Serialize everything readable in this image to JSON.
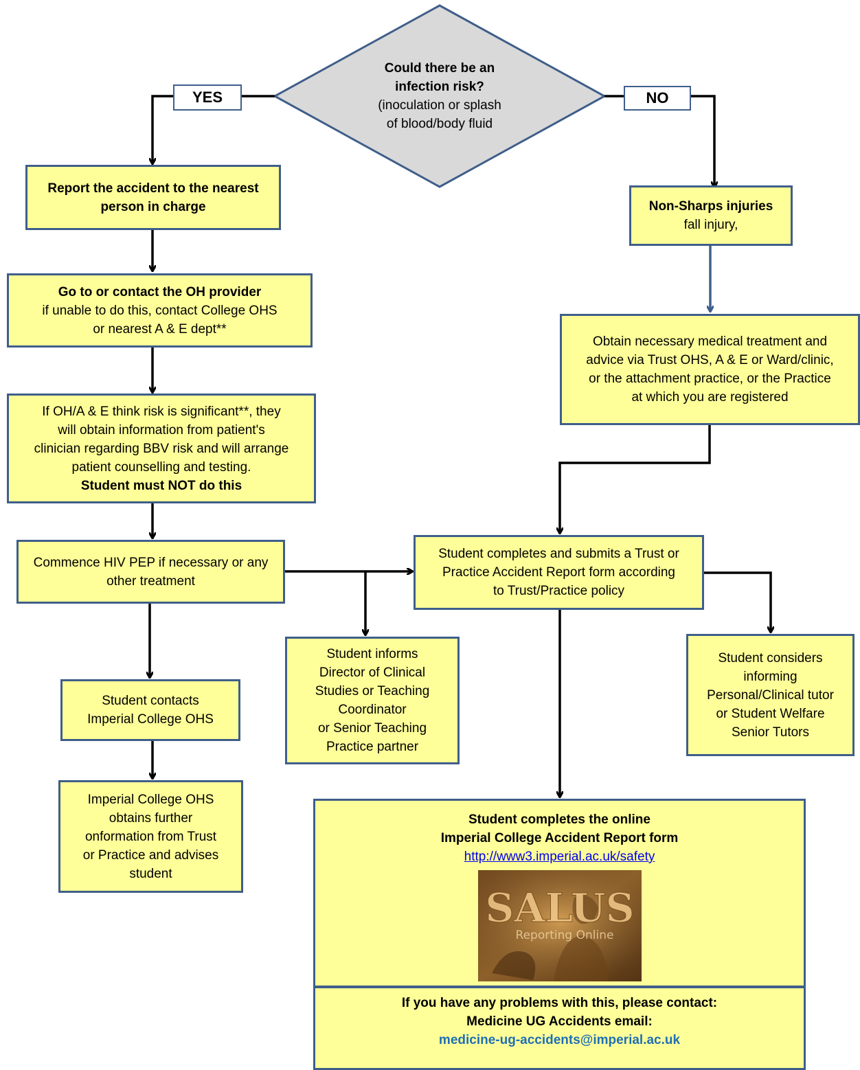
{
  "decision": {
    "title_line1": "Could there be an",
    "title_line2": "infection risk?",
    "detail_line1": "(inoculation or splash",
    "detail_line2": "of blood/body fluid"
  },
  "yes_label": "YES",
  "no_label": "NO",
  "yes_branch": {
    "report": {
      "line1": "Report  the accident to the nearest",
      "line2": "person in charge"
    },
    "oh_provider": {
      "title": "Go to or contact the OH provider",
      "line1": "if unable to do this, contact College OHS",
      "line2": "or nearest A & E dept**"
    },
    "risk": {
      "line1": "If OH/A & E think risk is significant**, they",
      "line2": "will obtain information from patient's",
      "line3": "clinician regarding BBV risk and will arrange",
      "line4": "patient counselling and testing.",
      "line5": "Student must NOT do this"
    },
    "pep": {
      "line1": "Commence HIV PEP if necessary or any",
      "line2": "other treatment"
    },
    "contacts_ohs": {
      "line1": "Student contacts",
      "line2": "Imperial College OHS"
    },
    "ohs_info": {
      "line1": "Imperial College OHS",
      "line2": "obtains further",
      "line3": "onformation from Trust",
      "line4": "or Practice and advises",
      "line5": "student"
    }
  },
  "no_branch": {
    "non_sharps": {
      "title": "Non-Sharps injuries",
      "line1": "fall injury,"
    },
    "treatment": {
      "line1": "Obtain necessary medical treatment and",
      "line2": "advice via Trust OHS, A & E or Ward/clinic,",
      "line3": "or the attachment practice, or the Practice",
      "line4": "at which you are registered"
    }
  },
  "trust_report": {
    "line1": "Student completes and submits a Trust or",
    "line2": "Practice Accident Report form according",
    "line3": "to Trust/Practice policy"
  },
  "inform_director": {
    "line1": "Student informs",
    "line2": "Director of Clinical",
    "line3": "Studies or Teaching",
    "line4": "Coordinator",
    "line5": "or Senior Teaching",
    "line6": "Practice partner"
  },
  "consider_tutor": {
    "line1": "Student considers",
    "line2": "informing",
    "line3": "Personal/Clinical tutor",
    "line4": "or Student Welfare",
    "line5": "Senior Tutors"
  },
  "online_form": {
    "line1": "Student completes the online",
    "line2": "Imperial College Accident Report form",
    "url": "http://www3.imperial.ac.uk/safety",
    "logo_text": "SALUS",
    "logo_subtext": "Reporting Online"
  },
  "contact": {
    "line1": "If you have any problems with this, please contact:",
    "line2": "Medicine UG Accidents email:",
    "email": "medicine-ug-accidents@imperial.ac.uk"
  },
  "colors": {
    "box_fill": "#ffff99",
    "box_border": "#3f5e8a",
    "diamond_fill": "#d9d9d9",
    "link": "#0000ee",
    "email": "#1f6fb4"
  }
}
